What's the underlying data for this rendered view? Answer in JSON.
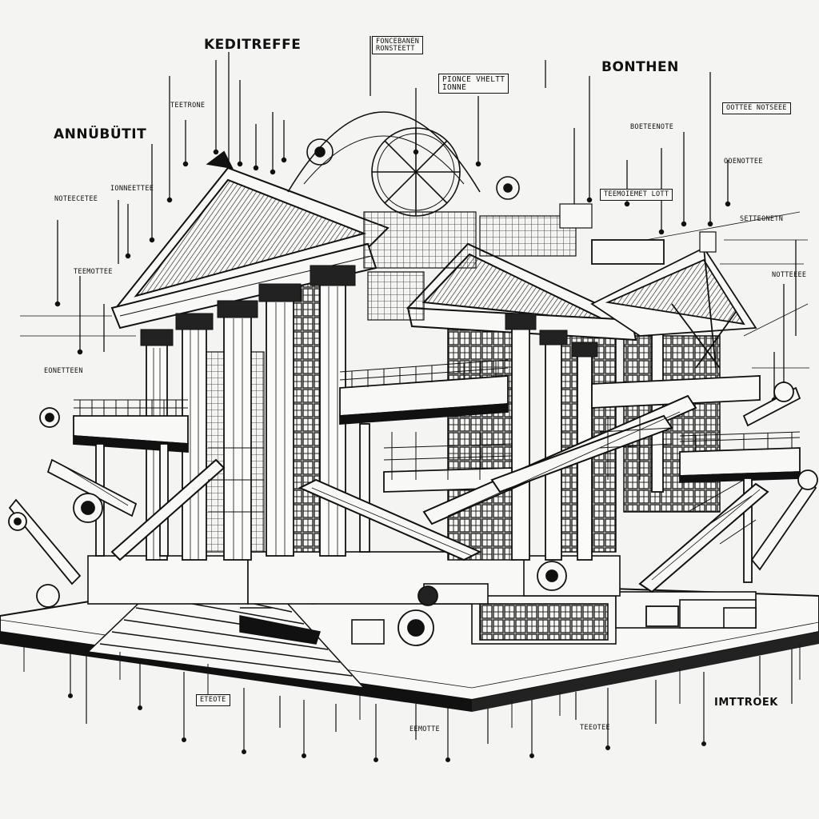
{
  "labels": {
    "kreditreffe": "KEDITREFFE",
    "bonthen": "BONTHEN",
    "annubutit": "ANNÜBÜTIT",
    "pionce": "PIONCE VHELTT",
    "pionce_sub": "IONNE",
    "top_box_1": "FONCEBANEN",
    "top_box_2": "RONSTEETT",
    "right_box": "OOTTEE NOTSEEE",
    "mid_box": "TEEMOIEMET LOTT",
    "bottom_right": "IMTTROEK",
    "small_notes": [
      "IONNEETTEE",
      "NOTEECETEE",
      "TEETRONE",
      "BOETEENOTE",
      "OOENOTTEE",
      "SETTEONETN",
      "TEEMOTTEE",
      "EONETTEEN",
      "NOTTEEEE",
      "ETEOTE",
      "EEMOTTE",
      "TEEOTEE"
    ]
  }
}
